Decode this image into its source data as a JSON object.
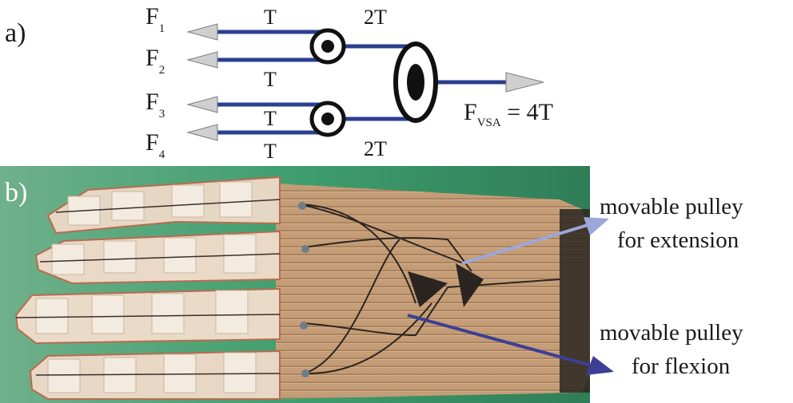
{
  "panel_a": {
    "label": "a)",
    "forces": [
      {
        "main": "F",
        "sub": "1"
      },
      {
        "main": "F",
        "sub": "2"
      },
      {
        "main": "F",
        "sub": "3"
      },
      {
        "main": "F",
        "sub": "4"
      }
    ],
    "tension_labels": [
      "T",
      "T",
      "T",
      "T"
    ],
    "pulley_labels": [
      "2T",
      "2T"
    ],
    "output": {
      "main": "F",
      "sub": "VSA",
      "value": " = 4T"
    },
    "colors": {
      "cable": "#2b3f8f",
      "arrow": "#c8c8c8",
      "pulley": "#111111"
    }
  },
  "panel_b": {
    "label": "b)",
    "callouts": [
      {
        "line1": "movable pulley",
        "line2": "for extension",
        "color": "#9da6d9"
      },
      {
        "line1": "movable pulley",
        "line2": "for flexion",
        "color": "#3d3f95"
      }
    ],
    "colors": {
      "background": "#3f9e6e",
      "fingers": "#e9d9c6",
      "palm": "#c9a17a"
    }
  }
}
